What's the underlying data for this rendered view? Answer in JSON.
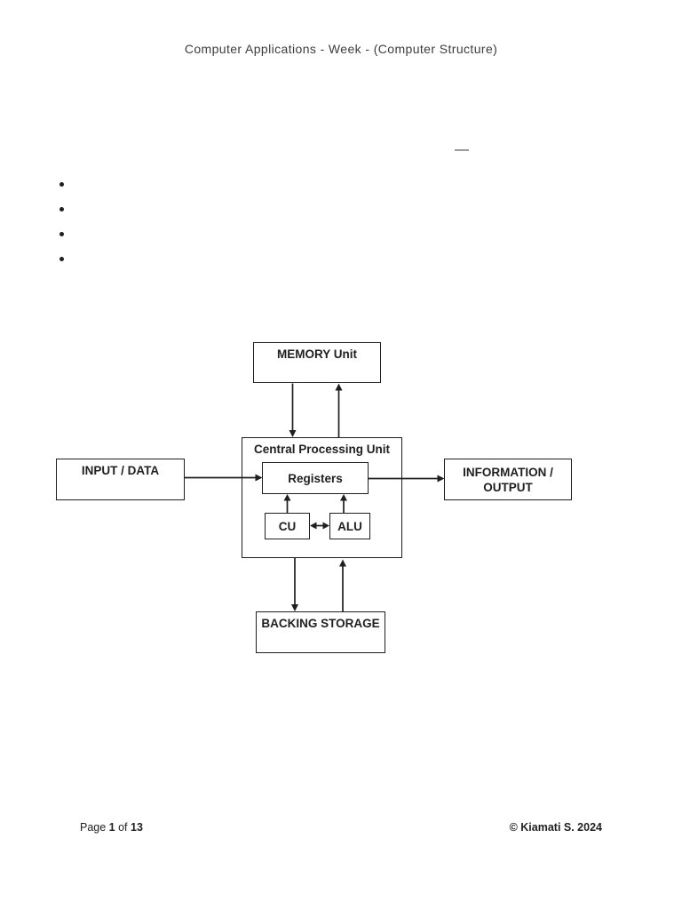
{
  "header": {
    "title": "Computer Applications - Week - (Computer Structure)"
  },
  "intro": {
    "blank_dash": "—"
  },
  "diagram": {
    "memory_unit_label": "MEMORY Unit",
    "cpu_label": "Central Processing Unit",
    "registers_label": "Registers",
    "cu_label": "CU",
    "alu_label": "ALU",
    "input_label": "INPUT / DATA",
    "output_label": "INFORMATION /\nOUTPUT",
    "backing_storage_label": "BACKING STORAGE"
  },
  "footer": {
    "page_word": "Page ",
    "page_number": "1",
    "of_word": " of ",
    "page_total": "13",
    "copyright": "© Kiamati S. 2024"
  },
  "colors": {
    "ink": "#1f1f1f",
    "header_text": "#3d3d3d",
    "background": "#ffffff"
  }
}
